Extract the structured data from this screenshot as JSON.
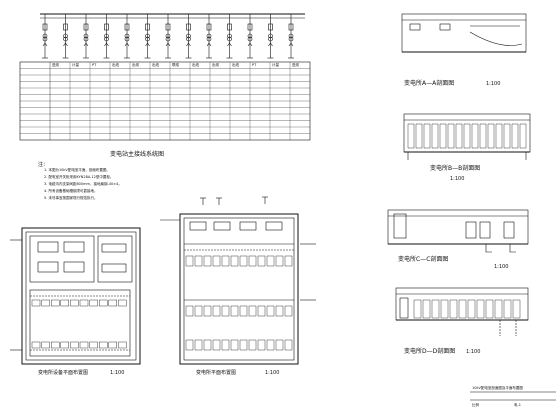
{
  "sheet": {
    "title_block": "10kV配电室剖面图及平面布置图",
    "sheet_no": "电-1",
    "scale_text": "比例"
  },
  "single_line": {
    "table_title": "变电站主接线系统图",
    "columns": [
      "进线",
      "计量",
      "PT",
      "出线",
      "出线",
      "出线",
      "联络",
      "出线",
      "出线",
      "出线",
      "PT",
      "计量",
      "进线"
    ],
    "notes_title": "注：",
    "notes": [
      "1. 本图为10kV配电室平面、剖面布置图。",
      "2. 配电室开关柜采用KYN28A-12型中置柜。",
      "3. 电缆沟内支架间距800mm，接地扁钢-40×4。",
      "4. 所有设备基础槽钢须可靠接地。",
      "5. 未尽事宜按国家现行规范执行。"
    ]
  },
  "plans": {
    "left_title": "变电所设备平面布置图",
    "left_scale": "1:100",
    "right_title": "变电所平面布置图",
    "right_scale": "1:100"
  },
  "sections": {
    "A": {
      "title": "变电所A—A剖面图",
      "scale": "1:100"
    },
    "B": {
      "title": "变电所B—B剖面图",
      "scale": "1:100"
    },
    "C": {
      "title": "变电所C—C剖面图",
      "scale": "1:100"
    },
    "D": {
      "title": "变电所D—D剖面图",
      "scale": "1:100"
    }
  },
  "colors": {
    "ink": "#111111",
    "paper": "#ffffff"
  }
}
